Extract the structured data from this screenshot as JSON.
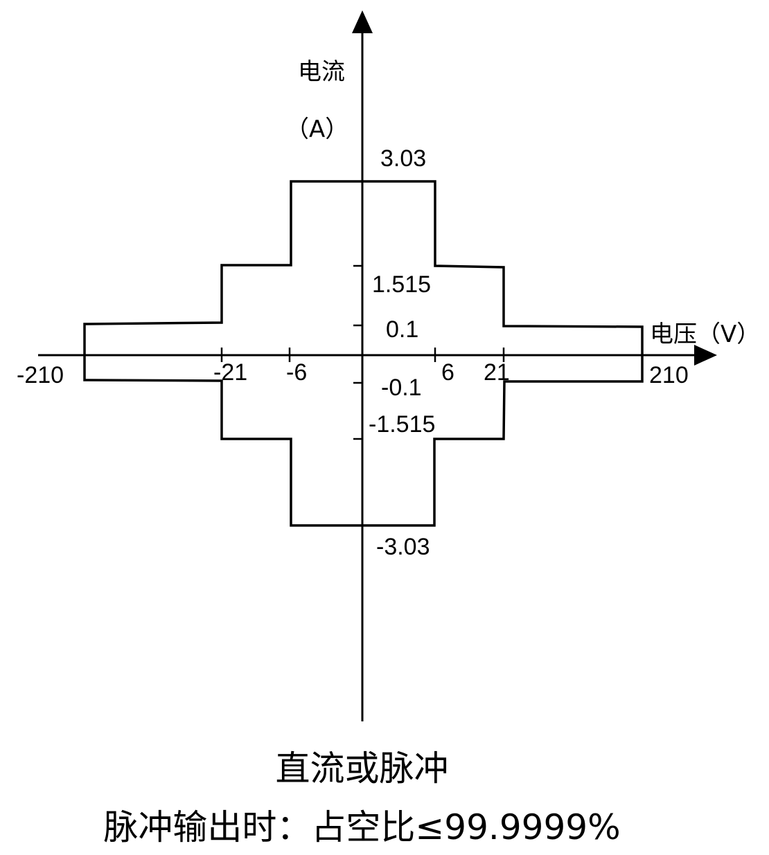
{
  "axes": {
    "y_title_line1": "电流",
    "y_title_line2": "（A）",
    "x_title": "电压（V）"
  },
  "x_ticks": [
    "-210",
    "-21",
    "-6",
    "6",
    "21",
    "210"
  ],
  "y_labels": {
    "pos_3_03": "3.03",
    "pos_1_515": "1.515",
    "pos_0_1": "0.1",
    "neg_0_1": "-0.1",
    "neg_1_515": "-1.515",
    "neg_3_03": "-3.03"
  },
  "captions": {
    "line1": "直流或脉冲",
    "line2": "脉冲输出时：占空比≤99.9999%"
  },
  "colors": {
    "line": "#000000",
    "background": "#ffffff"
  }
}
